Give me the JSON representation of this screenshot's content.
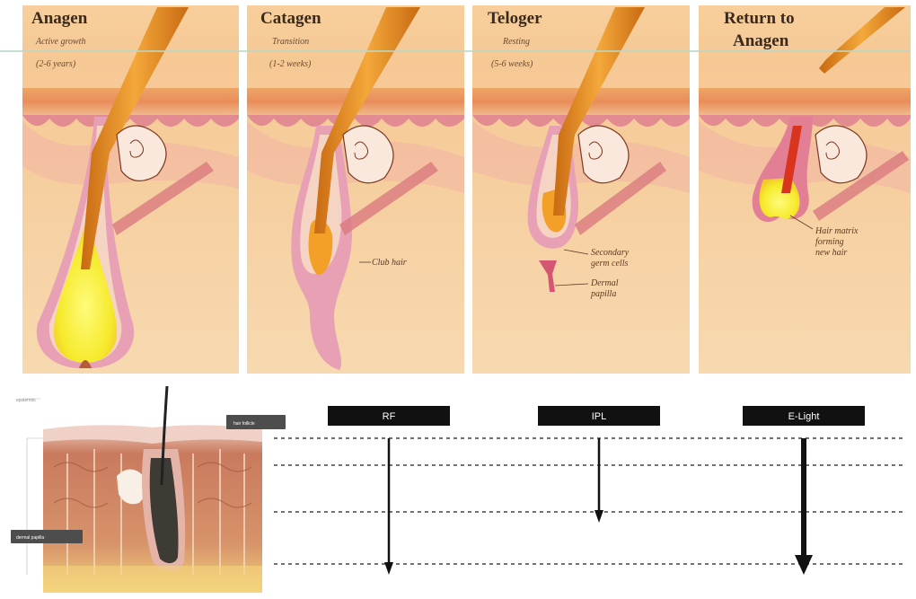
{
  "phases": [
    {
      "title": "Anagen",
      "subtitle": "Active growth",
      "duration": "(2-6 years)"
    },
    {
      "title": "Catagen",
      "subtitle": "Transition",
      "duration": "(1-2 weeks)"
    },
    {
      "title": "Teloger",
      "subtitle": "Resting",
      "duration": "(5-6 weeks)"
    },
    {
      "title": "Return to Anagen",
      "title_line1": "Return to",
      "title_line2": "Anagen"
    }
  ],
  "annotations": {
    "club_hair": "Club hair",
    "secondary_germ": [
      "Secondary",
      "germ cells"
    ],
    "dermal_papilla": [
      "Dermal",
      "papilla"
    ],
    "hair_matrix": [
      "Hair matrix",
      "forming",
      "new hair"
    ]
  },
  "skin_diagram": {
    "top_label": "epidermis",
    "right_tag": "hair follicle",
    "left_tag": "dermal papilla"
  },
  "depth_chart": {
    "technologies": [
      {
        "name": "RF",
        "depth_level": 4
      },
      {
        "name": "IPL",
        "depth_level": 3
      },
      {
        "name": "E-Light",
        "depth_level": 4,
        "emphasis": "bold"
      }
    ],
    "depth_levels": 4,
    "colors": {
      "tag_bg": "#111111",
      "arrow": "#111111",
      "dash": "#444444"
    }
  },
  "colors": {
    "skin_bg": "#f7d4a6",
    "epidermis": "#e9a96b",
    "dermis_pink": "#e79aa0",
    "hair": "#e9962c",
    "bulb_yellow": "#f6ef3a",
    "follicle_pink": "#e27f95"
  }
}
